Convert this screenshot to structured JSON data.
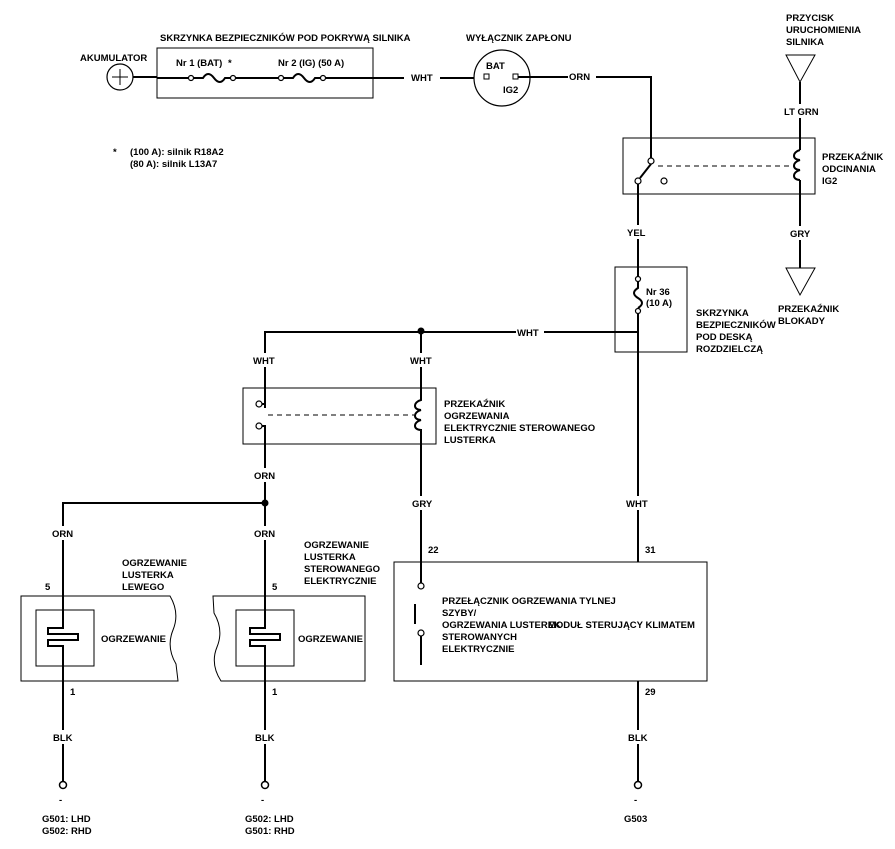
{
  "fusebox_engine": {
    "title": "SKRZYNKA BEZPIECZNIKÓW POD POKRYWĄ SILNIKA",
    "fuse1": "Nr 1 (BAT)",
    "fuse1_mark": "*",
    "fuse2": "Nr 2 (IG) (50 A)"
  },
  "battery": {
    "label": "AKUMULATOR"
  },
  "ignition": {
    "title": "WYŁĄCZNIK ZAPŁONU",
    "bat": "BAT",
    "ig2": "IG2"
  },
  "footnote": {
    "star": "*",
    "line1": "(100 A): silnik R18A2",
    "line2": "(80 A): silnik L13A7"
  },
  "start_button": {
    "line1": "PRZYCISK",
    "line2": "URUCHOMIENIA",
    "line3": "SILNIKA"
  },
  "relay_ig2": {
    "line1": "PRZEKAŹNIK",
    "line2": "ODCINANIA",
    "line3": "IG2"
  },
  "lock_relay": {
    "line1": "PRZEKAŹNIK",
    "line2": "BLOKADY"
  },
  "dash_fusebox": {
    "fuse": "Nr 36",
    "fuse_rating": "(10 A)",
    "line1": "SKRZYNKA",
    "line2": "BEZPIECZNIKÓW",
    "line3": "POD DESKĄ",
    "line4": "ROZDZIELCZĄ"
  },
  "mirror_relay": {
    "line1": "PRZEKAŹNIK",
    "line2": "OGRZEWANIA",
    "line3": "ELEKTRYCZNIE STEROWANEGO",
    "line4": "LUSTERKA"
  },
  "left_mirror": {
    "line1": "OGRZEWANIE",
    "line2": "LUSTERKA",
    "line3": "LEWEGO",
    "heater": "OGRZEWANIE",
    "pin_top": "5",
    "pin_bottom": "1"
  },
  "right_mirror": {
    "line1": "OGRZEWANIE",
    "line2": "LUSTERKA",
    "line3": "STEROWANEGO",
    "line4": "ELEKTRYCZNIE",
    "heater": "OGRZEWANIE",
    "pin_top": "5",
    "pin_bottom": "1"
  },
  "climate_module": {
    "sw1": "PRZEŁĄCZNIK OGRZEWANIA TYLNEJ",
    "sw2": "SZYBY/",
    "sw3": "OGRZEWANIA LUSTEREK",
    "sw4": "STEROWANYCH",
    "sw5": "ELEKTRYCZNIE",
    "module": "MODUŁ STERUJĄCY KLIMATEM",
    "pin_a": "22",
    "pin_b": "31",
    "pin_c": "29"
  },
  "wires": {
    "wht": "WHT",
    "orn": "ORN",
    "ltgrn": "LT GRN",
    "gry": "GRY",
    "yel": "YEL",
    "blk": "BLK"
  },
  "grounds": {
    "left1": "G501: LHD",
    "left2": "G502: RHD",
    "mid1": "G502: LHD",
    "mid2": "G501: RHD",
    "right": "G503",
    "minus": "-"
  }
}
